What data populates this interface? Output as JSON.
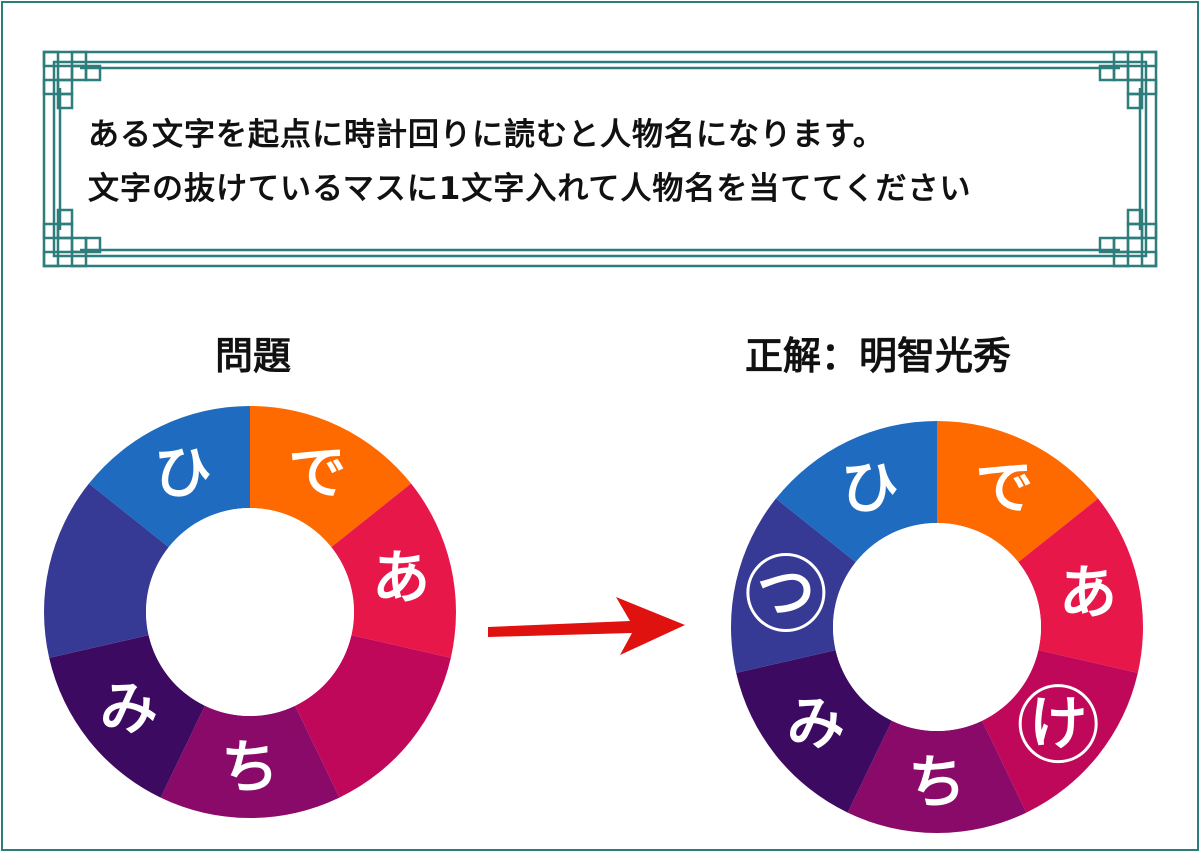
{
  "instructions": {
    "line1": "ある文字を起点に時計回りに読むと人物名になります。",
    "line2": "文字の抜けているマスに1文字入れて人物名を当ててください"
  },
  "question": {
    "title": "問題",
    "segments": [
      {
        "char": "で",
        "color": "#ff6a00"
      },
      {
        "char": "あ",
        "color": "#e8174a"
      },
      {
        "char": "",
        "color": "#c0085a"
      },
      {
        "char": "ち",
        "color": "#8a0a6a"
      },
      {
        "char": "み",
        "color": "#3c0a60"
      },
      {
        "char": "",
        "color": "#373a94"
      },
      {
        "char": "ひ",
        "color": "#1f6bbf"
      }
    ]
  },
  "answer": {
    "title": "正解：明智光秀",
    "segments": [
      {
        "char": "で",
        "color": "#ff6a00"
      },
      {
        "char": "あ",
        "color": "#e8174a"
      },
      {
        "char": "け",
        "color": "#c0085a",
        "circled": true
      },
      {
        "char": "ち",
        "color": "#8a0a6a"
      },
      {
        "char": "み",
        "color": "#3c0a60"
      },
      {
        "char": "つ",
        "color": "#373a94",
        "circled": true
      },
      {
        "char": "ひ",
        "color": "#1f6bbf"
      }
    ]
  },
  "colors": {
    "frame": "#2e7d7d",
    "arrow": "#e0120f"
  }
}
